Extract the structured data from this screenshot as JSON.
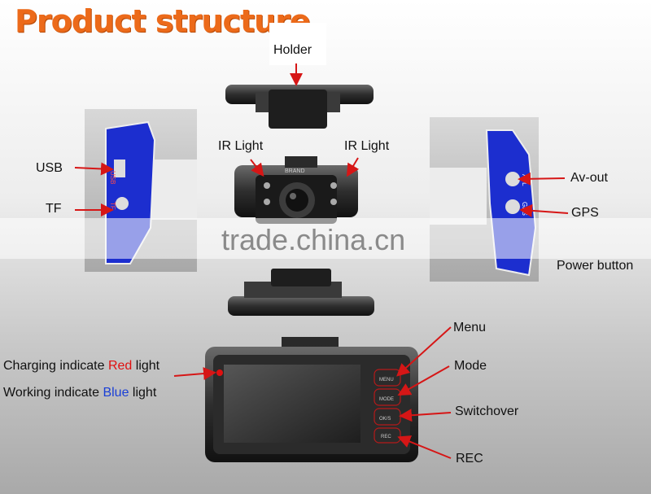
{
  "title": "Product structure",
  "watermark": "trade.china.cn",
  "device_brand": "BRAND",
  "labels": {
    "holder": "Holder",
    "ir_light_left": "IR Light",
    "ir_light_right": "IR Light",
    "usb": "USB",
    "tf": "TF",
    "av_out": "Av-out",
    "gps": "GPS",
    "power_button": "Power button",
    "menu": "Menu",
    "mode": "Mode",
    "switchover": "Switchover",
    "rec": "REC"
  },
  "indicators": {
    "charging_prefix": "Charging indicate ",
    "charging_color": "Red",
    "charging_suffix": " light",
    "working_prefix": "Working indicate ",
    "working_color": "Blue",
    "working_suffix": " light"
  },
  "side_port_text": {
    "usb": "USB",
    "tf": "TF",
    "avl": "AVL",
    "gps": "GPS"
  },
  "buttons": {
    "menu": "MENU",
    "mode": "MODE",
    "ok": "OK/S",
    "rec": "REC"
  },
  "colors": {
    "title": "#ec6a1a",
    "arrow": "#d61616",
    "side_panel": "#1c2ecf",
    "red_text": "#e01010",
    "blue_text": "#1a3fd6"
  }
}
